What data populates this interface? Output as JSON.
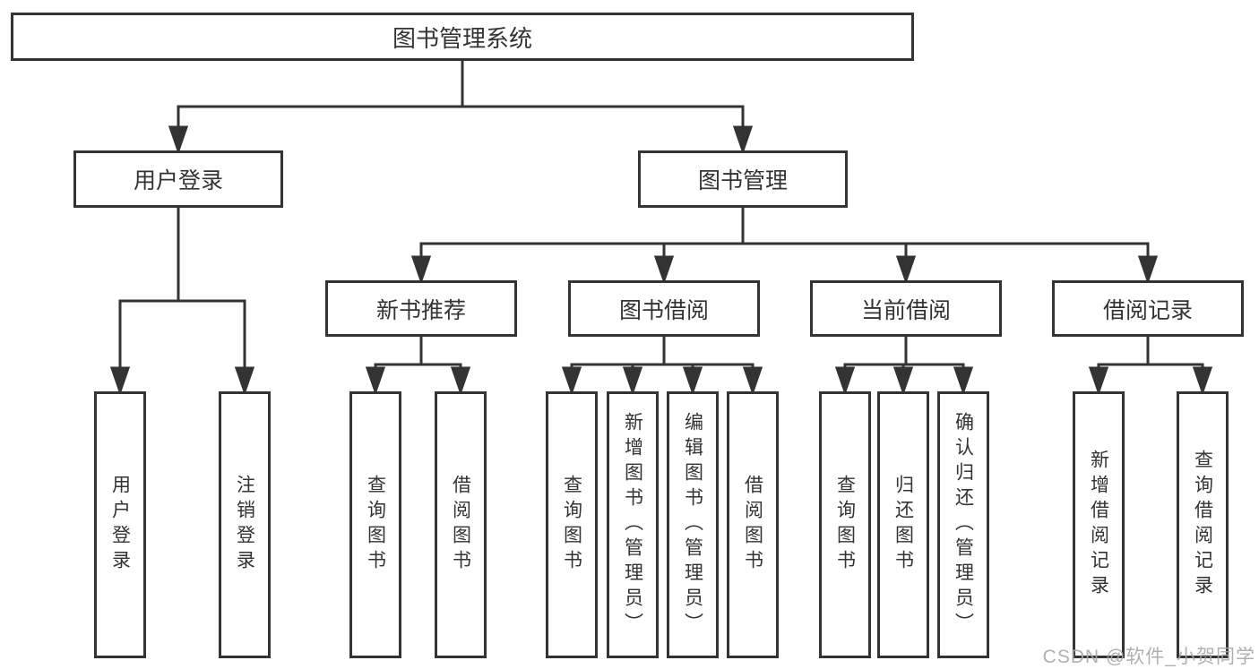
{
  "title": "图书管理系统",
  "tree": {
    "root": {
      "label": "图书管理系统"
    },
    "branches": [
      {
        "label": "用户登录",
        "children": [
          {
            "label": "用户登录"
          },
          {
            "label": "注销登录"
          }
        ]
      },
      {
        "label": "图书管理",
        "children": [
          {
            "label": "新书推荐",
            "children": [
              {
                "label": "查询图书"
              },
              {
                "label": "借阅图书"
              }
            ]
          },
          {
            "label": "图书借阅",
            "children": [
              {
                "label": "查询图书"
              },
              {
                "label": "新增图书（管理员）"
              },
              {
                "label": "编辑图书（管理员）"
              },
              {
                "label": "借阅图书"
              }
            ]
          },
          {
            "label": "当前借阅",
            "children": [
              {
                "label": "查询图书"
              },
              {
                "label": "归还图书"
              },
              {
                "label": "确认归还（管理员）"
              }
            ]
          },
          {
            "label": "借阅记录",
            "children": [
              {
                "label": "新增借阅记录"
              },
              {
                "label": "查询借阅记录"
              }
            ]
          }
        ]
      }
    ]
  },
  "watermark": "CSDN @软件_小贺同学",
  "colors": {
    "line": "#333333",
    "box_border": "#333333",
    "text": "#333333",
    "watermark_text": "#a8a8a8",
    "background": "#ffffff"
  }
}
